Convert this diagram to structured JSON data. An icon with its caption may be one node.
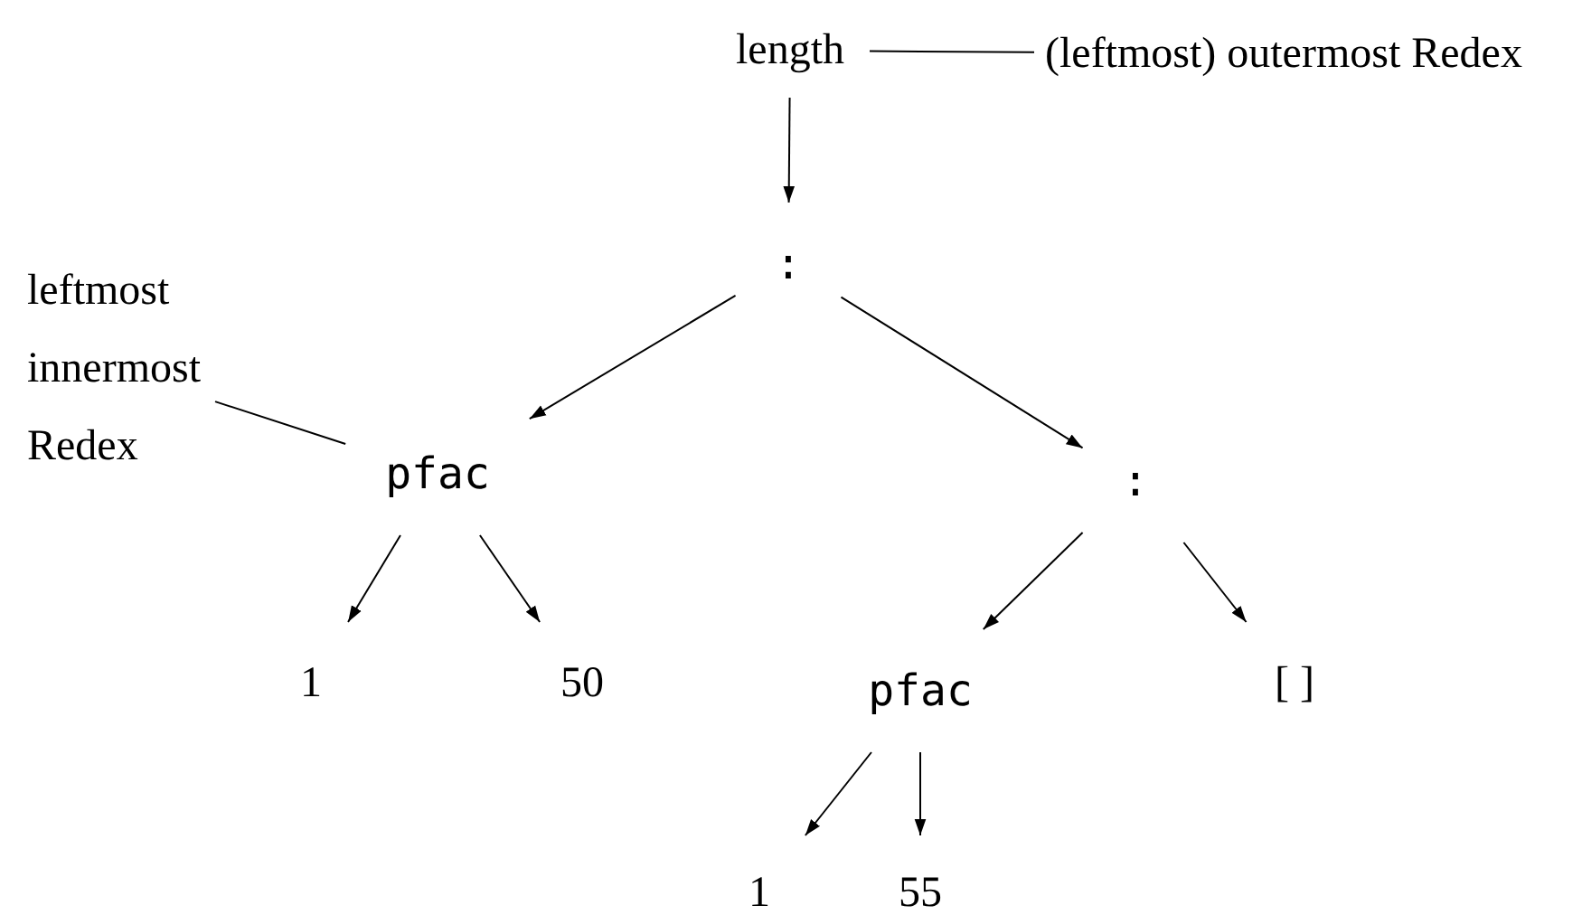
{
  "diagram": {
    "nodes": [
      {
        "text": [
          "length"
        ]
      },
      {
        "text": [
          ":"
        ]
      },
      {
        "text": [
          "pfac"
        ]
      },
      {
        "text": [
          ":"
        ]
      },
      {
        "text": [
          "1"
        ]
      },
      {
        "text": [
          "50"
        ]
      },
      {
        "text": [
          "pfac"
        ]
      },
      {
        "text": [
          "[ ]"
        ]
      },
      {
        "text": [
          "1"
        ]
      },
      {
        "text": [
          "55"
        ]
      },
      {
        "text": [
          "(leftmost) outermost Redex"
        ]
      },
      {
        "text": [
          "leftmost innermost Redex"
        ]
      }
    ],
    "edges": [
      {
        "from": 0,
        "to": 1,
        "arrow": "to"
      },
      {
        "from": 1,
        "to": 2,
        "arrow": "to"
      },
      {
        "from": 1,
        "to": 3,
        "arrow": "to"
      },
      {
        "from": 2,
        "to": 4,
        "arrow": "to"
      },
      {
        "from": 2,
        "to": 5,
        "arrow": "to"
      },
      {
        "from": 3,
        "to": 6,
        "arrow": "to"
      },
      {
        "from": 3,
        "to": 7,
        "arrow": "to"
      },
      {
        "from": 6,
        "to": 8,
        "arrow": "to"
      },
      {
        "from": 6,
        "to": 9,
        "arrow": "to"
      },
      {
        "from": 10,
        "to": 0,
        "arrow": "none"
      },
      {
        "from": 11,
        "to": 2,
        "arrow": "none"
      }
    ]
  }
}
